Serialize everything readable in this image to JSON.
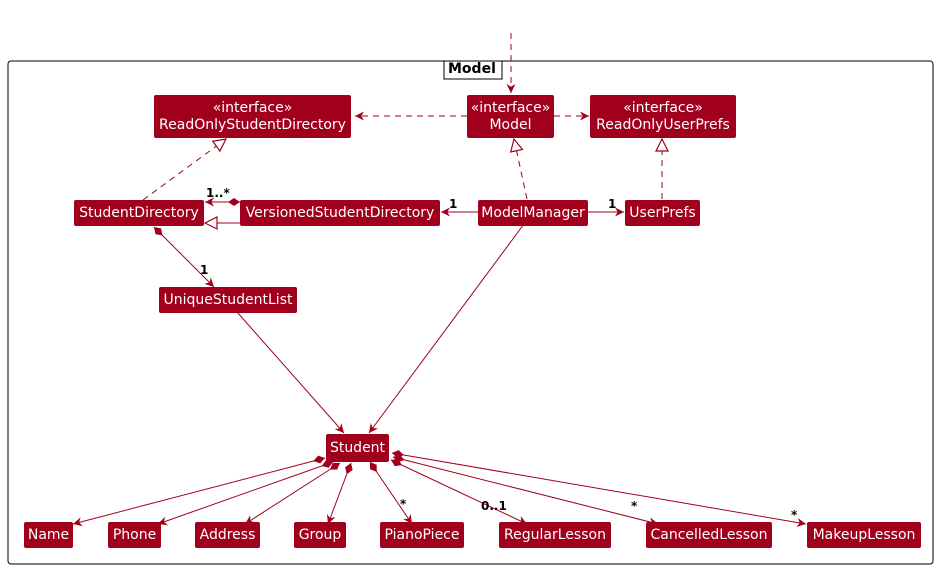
{
  "diagram": {
    "package_title": "Model",
    "stereotype": "«interface»",
    "classes": {
      "read_only_student_directory": "ReadOnlyStudentDirectory",
      "model": "Model",
      "read_only_user_prefs": "ReadOnlyUserPrefs",
      "student_directory": "StudentDirectory",
      "versioned_student_directory": "VersionedStudentDirectory",
      "model_manager": "ModelManager",
      "user_prefs": "UserPrefs",
      "unique_student_list": "UniqueStudentList",
      "student": "Student",
      "name": "Name",
      "phone": "Phone",
      "address": "Address",
      "group": "Group",
      "piano_piece": "PianoPiece",
      "regular_lesson": "RegularLesson",
      "cancelled_lesson": "CancelledLesson",
      "makeup_lesson": "MakeupLesson"
    },
    "multiplicities": {
      "versioned_to_directory": "1..*",
      "manager_to_versioned": "1",
      "manager_to_userprefs": "1",
      "directory_to_list": "1",
      "student_to_piano": "*",
      "student_to_regular": "0..1",
      "student_to_cancelled": "*",
      "student_to_makeup": "*"
    },
    "colors": {
      "class_fill": "#A0001B",
      "line": "#A0001B",
      "text": "#ffffff"
    }
  }
}
